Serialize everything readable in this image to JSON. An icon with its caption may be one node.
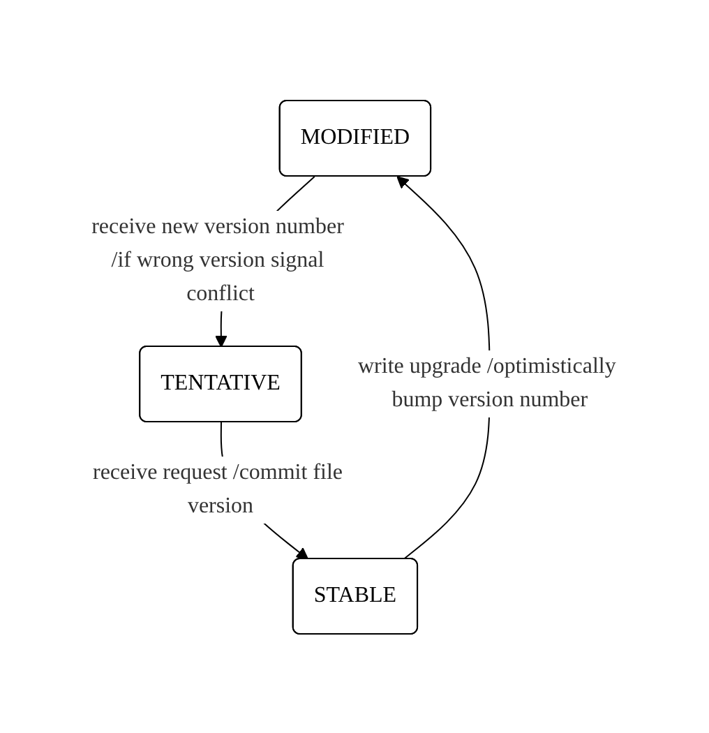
{
  "diagram": {
    "nodes": [
      {
        "text": [
          "MODIFIED"
        ]
      },
      {
        "text": [
          "TENTATIVE"
        ]
      },
      {
        "text": [
          "STABLE"
        ]
      }
    ],
    "edges": [
      {
        "from": 2,
        "to": 0,
        "arrow": "to",
        "label": "write upgrade /optimistically bump version number"
      },
      {
        "from": 0,
        "to": 1,
        "arrow": "to",
        "label": "receive new version number /if wrong version signal conflict"
      },
      {
        "from": 1,
        "to": 2,
        "arrow": "to",
        "label": "receive request /commit file version"
      }
    ]
  }
}
